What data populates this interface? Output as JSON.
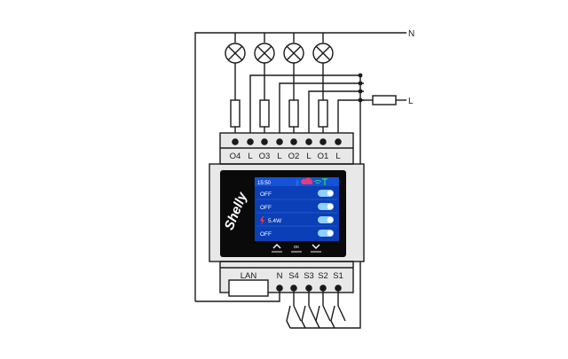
{
  "wiring": {
    "neutral_label": "N",
    "line_label": "L"
  },
  "top_terminals": {
    "labels": [
      "O4",
      "L",
      "O3",
      "L",
      "O2",
      "L",
      "O1",
      "L"
    ]
  },
  "bottom_terminals": {
    "lan_label": "LAN",
    "labels": [
      "N",
      "S4",
      "S3",
      "S2",
      "S1"
    ]
  },
  "brand": {
    "logo_text": "Shelly"
  },
  "display": {
    "time": "15:50",
    "rows": [
      {
        "text": "OFF",
        "toggle_on": true
      },
      {
        "text": "OFF",
        "toggle_on": true
      },
      {
        "text": "5.4W",
        "toggle_on": true,
        "icon": "lightning-icon"
      },
      {
        "text": "OFF",
        "toggle_on": true
      }
    ],
    "ok_label": "OK",
    "colors": {
      "screen_bg": "#0b3fb8",
      "status_bar": "#1552d6",
      "toggle": "#8fd0ff",
      "lightning": "#ff3b3b",
      "wifi": "#2fd06a",
      "cloud": "#e23c7a",
      "bluetooth": "#3a9dff"
    }
  },
  "device_colors": {
    "body": "#e8e8e8",
    "front_panel": "#0a0a0a",
    "line": "#1a1a1a"
  }
}
